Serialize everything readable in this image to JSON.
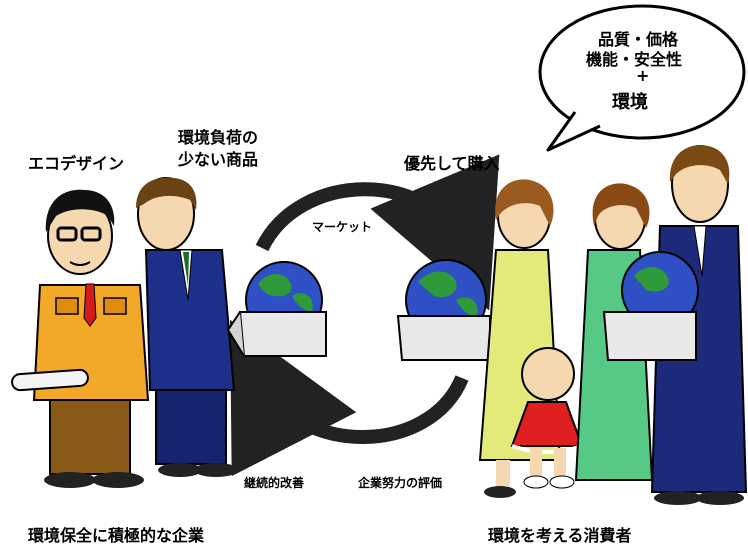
{
  "labels": {
    "eco_design": "エコデザイン",
    "low_impact_line1": "環境負荷の",
    "low_impact_line2": "少ない商品",
    "priority_purchase": "優先して購入",
    "market": "マーケット",
    "continuous_improvement": "継続的改善",
    "corporate_effort_evaluation": "企業努力の評価",
    "proactive_companies": "環境保全に積極的な企業",
    "eco_conscious_consumers": "環境を考える消費者"
  },
  "speech_bubble": {
    "line1": "品質・価格",
    "line2": "機能・安全性",
    "plus": "+",
    "line3": "環境"
  },
  "colors": {
    "globe_ocean": "#2f4fc4",
    "globe_land": "#2e9a3a",
    "box": "#e8e8e8",
    "engineer_uniform": "#f2a92a",
    "salesman_suit": "#1e2f8a",
    "woman_dress": "#e4ea7a",
    "child_dress": "#e02020",
    "woman2_top": "#56c987",
    "man2_suit": "#1d2a7a"
  }
}
